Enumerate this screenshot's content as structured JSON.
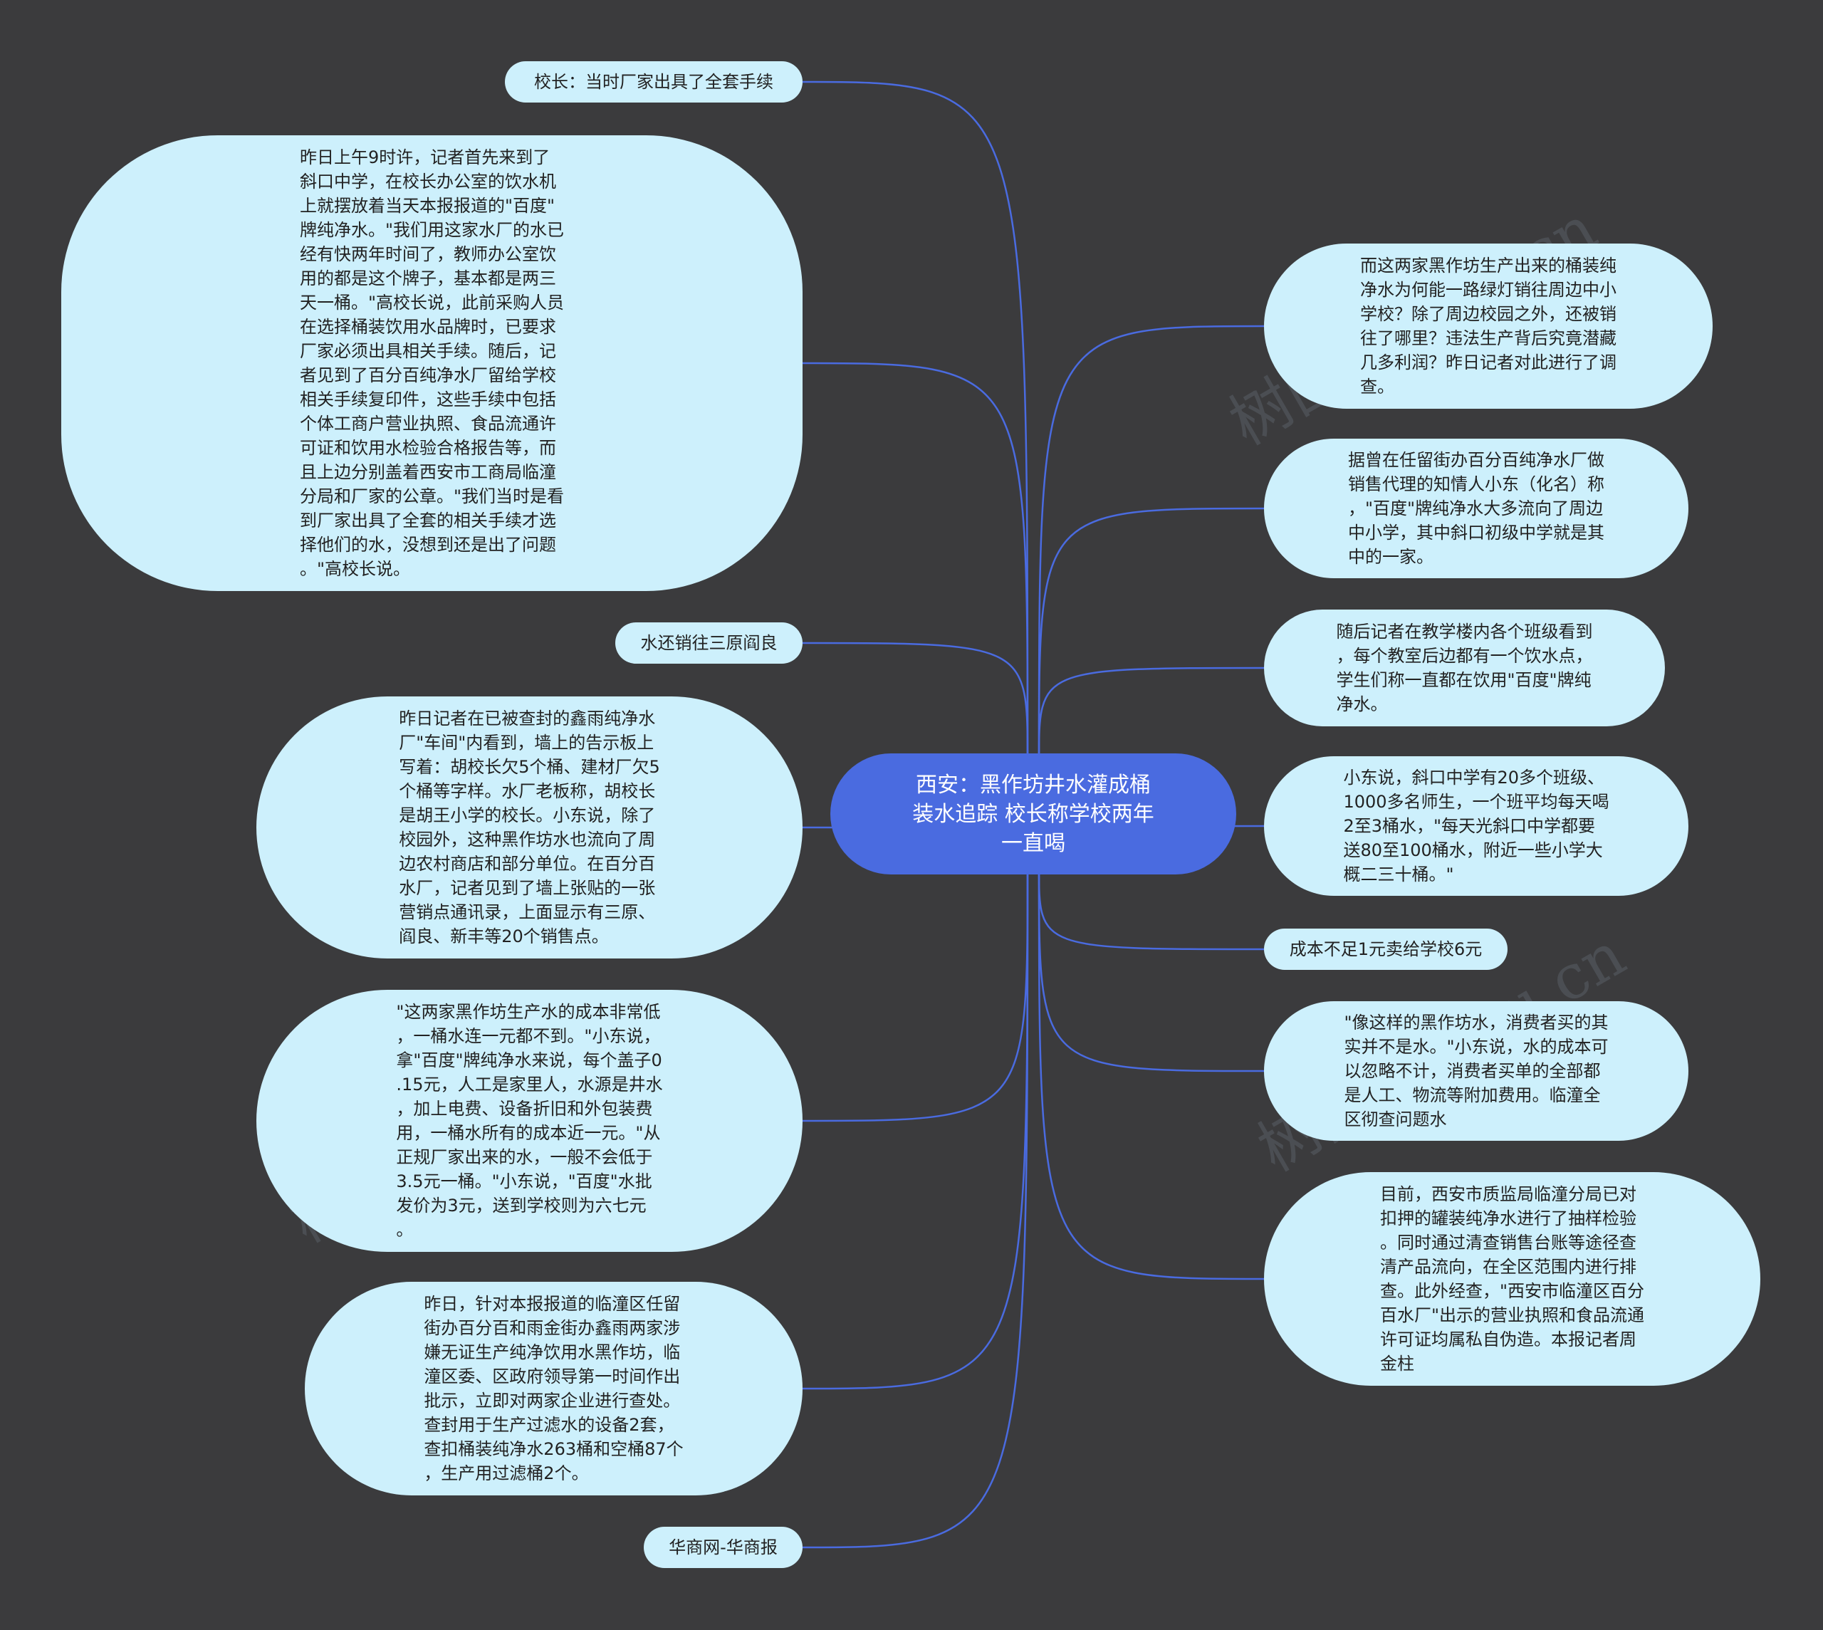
{
  "center": {
    "title": "西安：黑作坊井水灌成桶\n装水追踪 校长称学校两年\n一直喝"
  },
  "left": {
    "n1": "校长：当时厂家出具了全套手续",
    "n2": "昨日上午9时许，记者首先来到了\n斜口中学，在校长办公室的饮水机\n上就摆放着当天本报报道的\"百度\"\n牌纯净水。\"我们用这家水厂的水已\n经有快两年时间了，教师办公室饮\n用的都是这个牌子，基本都是两三\n天一桶。\"高校长说，此前采购人员\n在选择桶装饮用水品牌时，已要求\n厂家必须出具相关手续。随后，记\n者见到了百分百纯净水厂留给学校\n相关手续复印件，这些手续中包括\n个体工商户营业执照、食品流通许\n可证和饮用水检验合格报告等，而\n且上边分别盖着西安市工商局临潼\n分局和厂家的公章。\"我们当时是看\n到厂家出具了全套的相关手续才选\n择他们的水，没想到还是出了问题\n。\"高校长说。",
    "n3": "水还销往三原阎良",
    "n4": "昨日记者在已被查封的鑫雨纯净水\n厂\"车间\"内看到，墙上的告示板上\n写着：胡校长欠5个桶、建材厂欠5\n个桶等字样。水厂老板称，胡校长\n是胡王小学的校长。小东说，除了\n校园外，这种黑作坊水也流向了周\n边农村商店和部分单位。在百分百\n水厂，记者见到了墙上张贴的一张\n营销点通讯录，上面显示有三原、\n阎良、新丰等20个销售点。",
    "n5": "\"这两家黑作坊生产水的成本非常低\n，一桶水连一元都不到。\"小东说，\n拿\"百度\"牌纯净水来说，每个盖子0\n.15元，人工是家里人，水源是井水\n，加上电费、设备折旧和外包装费\n用，一桶水所有的成本近一元。\"从\n正规厂家出来的水，一般不会低于\n3.5元一桶。\"小东说，\"百度\"水批\n发价为3元，送到学校则为六七元\n。",
    "n6": "昨日，针对本报报道的临潼区任留\n街办百分百和雨金街办鑫雨两家涉\n嫌无证生产纯净饮用水黑作坊，临\n潼区委、区政府领导第一时间作出\n批示，立即对两家企业进行查处。\n查封用于生产过滤水的设备2套，\n查扣桶装纯净水263桶和空桶87个\n，生产用过滤桶2个。",
    "n7": "华商网-华商报"
  },
  "right": {
    "n1": "而这两家黑作坊生产出来的桶装纯\n净水为何能一路绿灯销往周边中小\n学校？除了周边校园之外，还被销\n往了哪里？违法生产背后究竟潜藏\n几多利润？昨日记者对此进行了调\n查。",
    "n2": "据曾在任留街办百分百纯净水厂做\n销售代理的知情人小东（化名）称\n，\"百度\"牌纯净水大多流向了周边\n中小学，其中斜口初级中学就是其\n中的一家。",
    "n3": "随后记者在教学楼内各个班级看到\n，每个教室后边都有一个饮水点，\n学生们称一直都在饮用\"百度\"牌纯\n净水。",
    "n4": "小东说，斜口中学有20多个班级、\n1000多名师生，一个班平均每天喝\n2至3桶水，\"每天光斜口中学都要\n送80至100桶水，附近一些小学大\n概二三十桶。\"",
    "n5": "成本不足1元卖给学校6元",
    "n6": "\"像这样的黑作坊水，消费者买的其\n实并不是水。\"小东说，水的成本可\n以忽略不计，消费者买单的全部都\n是人工、物流等附加费用。临潼全\n区彻查问题水",
    "n7": "目前，西安市质监局临潼分局已对\n扣押的罐装纯净水进行了抽样检验\n。同时通过清查销售台账等途径查\n清产品流向，在全区范围内进行排\n查。此外经查，\"西安市临潼区百分\n百水厂\"出示的营业执照和食品流通\n许可证均属私自伪造。本报记者周\n金柱"
  },
  "watermark": {
    "cn": "树图 shutu.cn"
  },
  "colors": {
    "background": "#3b3b3d",
    "center_fill": "#4a6be0",
    "node_fill": "#cdf0fc",
    "edge": "#4a6be0"
  }
}
